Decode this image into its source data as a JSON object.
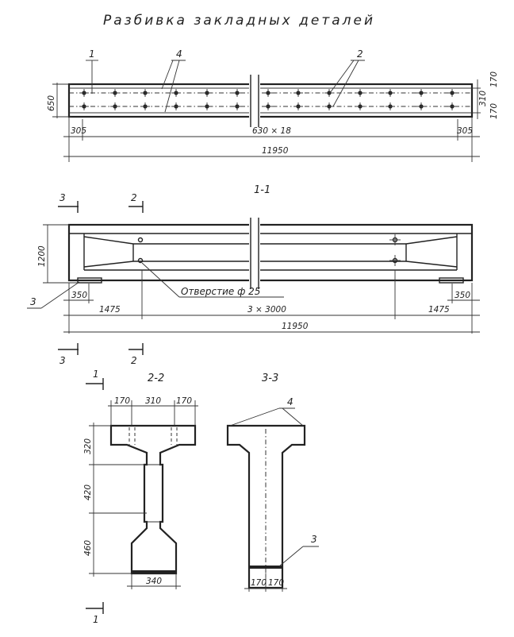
{
  "title": "Разбивка закладных деталей",
  "plan": {
    "callouts": [
      "1",
      "4",
      "2"
    ],
    "dims": {
      "height_left": "650",
      "right_top": "170",
      "right_mid": "310",
      "right_bottom": "170",
      "end_left": "305",
      "middle": "630 × 18",
      "end_right": "305",
      "overall": "11950"
    }
  },
  "elevation": {
    "title": "1-1",
    "cut_3": "3",
    "cut_2": "2",
    "callout_3": "3",
    "dims": {
      "height": "1200",
      "pad_left": "350",
      "pad_right": "350",
      "side_left": "1475",
      "middle": "3 × 3000",
      "side_right": "1475",
      "overall": "11950"
    },
    "hole_note": "Отверстие ф 25"
  },
  "section_2_2": {
    "title": "2-2",
    "cut_1": "1",
    "dims": {
      "top_left": "170",
      "top_mid": "310",
      "top_right": "170",
      "h_top": "320",
      "h_mid": "420",
      "h_bottom": "460",
      "bottom": "340"
    }
  },
  "section_3_3": {
    "title": "3-3",
    "callout_4": "4",
    "callout_3": "3",
    "dims": {
      "bottom_left": "170",
      "bottom_right": "170"
    }
  }
}
